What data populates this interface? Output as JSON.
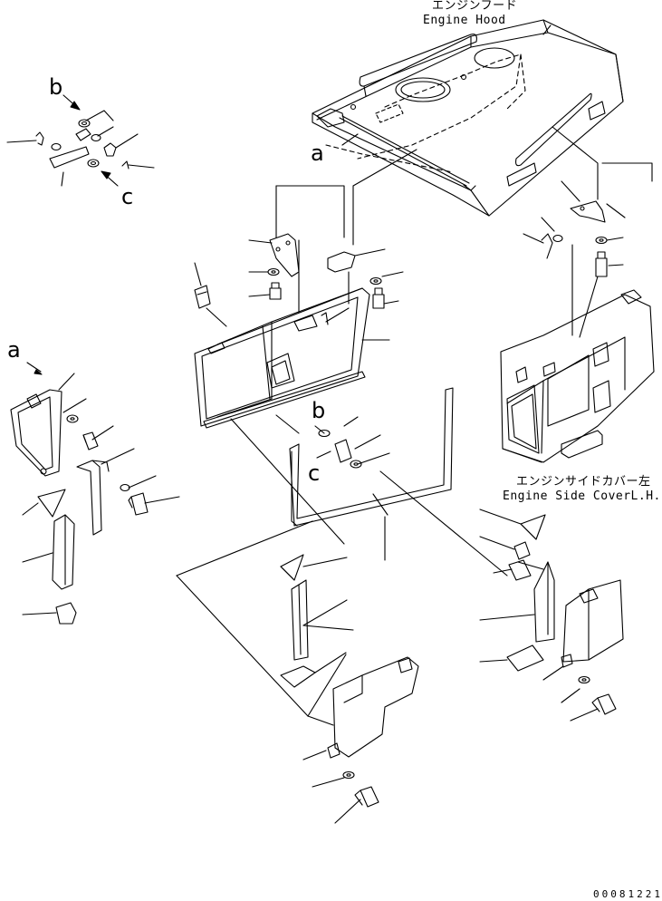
{
  "labels": {
    "engine_hood_jp": "エンジンフード",
    "engine_hood_en": "Engine Hood",
    "side_cover_jp": "エンジンサイドカバー左",
    "side_cover_en": "Engine Side CoverL.H."
  },
  "callouts": {
    "b_top": "b",
    "c_top": "c",
    "a_left": "a",
    "a_hood": "a",
    "b_mid": "b",
    "c_mid": "c"
  },
  "document_number": "00081221",
  "colors": {
    "line": "#000000",
    "background": "#ffffff"
  }
}
